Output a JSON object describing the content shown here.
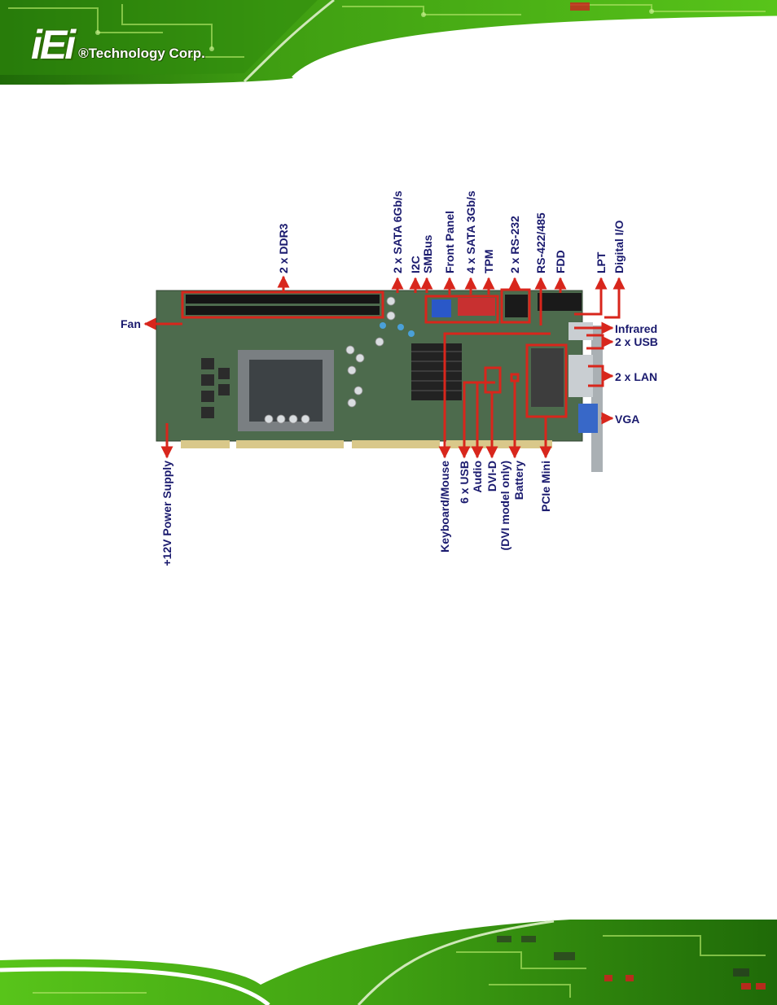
{
  "header": {
    "logo_mark": "iEi",
    "logo_text": "®Technology Corp."
  },
  "diagram": {
    "labels": {
      "ddr3": "2 x DDR3",
      "sata6": "2 x SATA 6Gb/s",
      "i2c": "I2C",
      "smbus": "SMBus",
      "front_panel": "Front Panel",
      "sata3": "4 x SATA 3Gb/s",
      "tpm": "TPM",
      "rs232": "2 x RS-232",
      "rs422": "RS-422/485",
      "fdd": "FDD",
      "lpt": "LPT",
      "digital_io": "Digital I/O",
      "fan": "Fan",
      "infrared": "Infrared",
      "usb2": "2 x USB",
      "lan": "2 x LAN",
      "vga": "VGA",
      "power": "+12V Power Supply",
      "keyboard": "Keyboard/Mouse",
      "usb6": "6 x USB",
      "audio": "Audio",
      "dvi": "DVI-D",
      "dvi_note": "(DVI model only)",
      "battery": "Battery",
      "pcie_mini": "PCIe Mini"
    }
  },
  "colors": {
    "arrow": "#d8261c",
    "label": "#1a1a6e",
    "pcb": "#4a6a4a",
    "brand_green": "#5bc414"
  }
}
